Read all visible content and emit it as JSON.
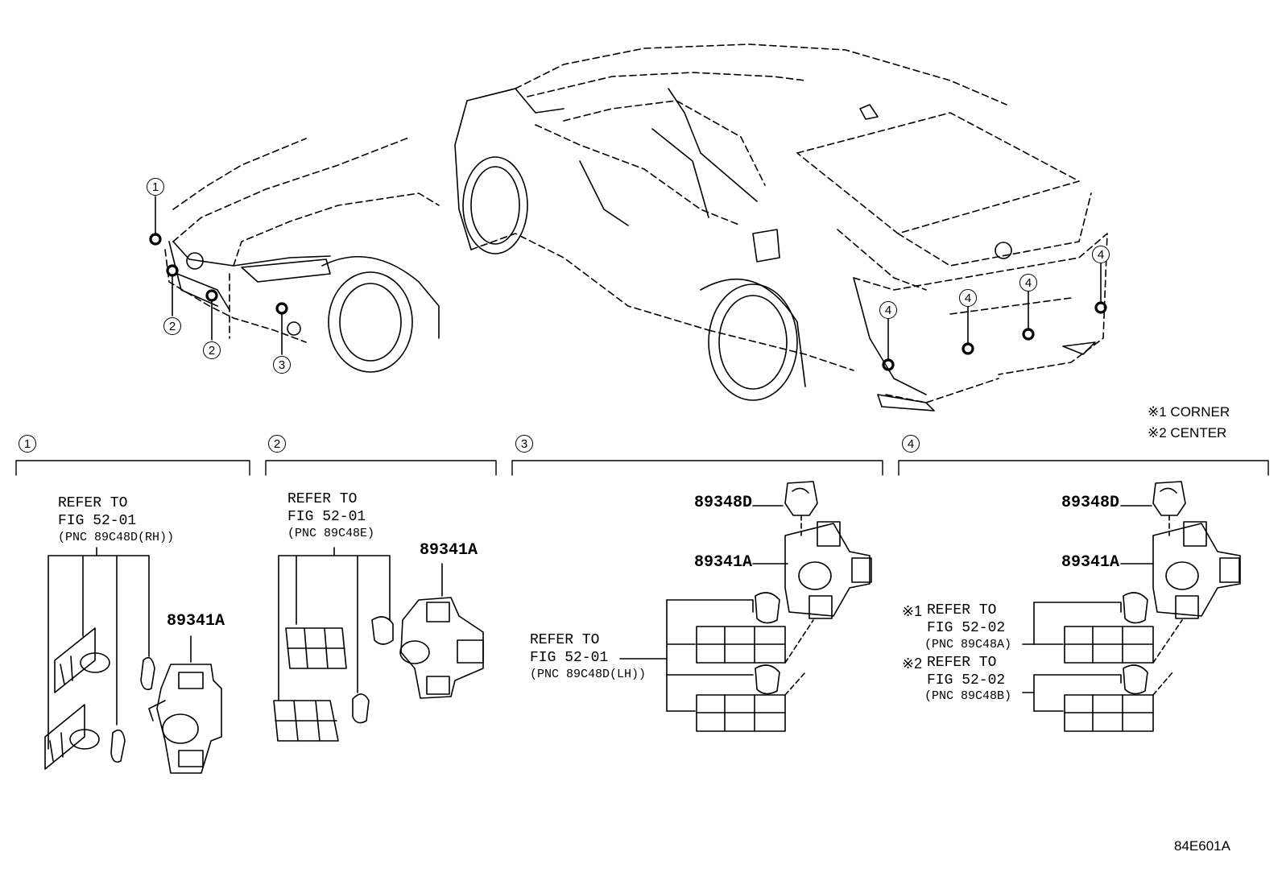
{
  "callouts": {
    "c1": "1",
    "c2": "2",
    "c3": "3",
    "c4": "4"
  },
  "notes": {
    "corner": "※1 CORNER",
    "center": "※2 CENTER"
  },
  "panel1": {
    "ref_line1": "REFER TO",
    "ref_line2": "FIG 52-01",
    "pnc": "(PNC 89C48D(RH))",
    "part": "89341A"
  },
  "panel2": {
    "ref_line1": "REFER TO",
    "ref_line2": "FIG 52-01",
    "pnc": "(PNC 89C48E)",
    "part": "89341A"
  },
  "panel3": {
    "ref_line1": "REFER TO",
    "ref_line2": "FIG 52-01",
    "pnc": "(PNC 89C48D(LH))",
    "part_cover": "89348D",
    "part_sensor": "89341A"
  },
  "panel4": {
    "part_cover": "89348D",
    "part_sensor": "89341A",
    "mark1": "※1",
    "ref1_line1": "REFER TO",
    "ref1_line2": "FIG 52-02",
    "pnc1": "(PNC 89C48A)",
    "mark2": "※2",
    "ref2_line1": "REFER TO",
    "ref2_line2": "FIG 52-02",
    "pnc2": "(PNC 89C48B)"
  },
  "diagram_code": "84E601A"
}
